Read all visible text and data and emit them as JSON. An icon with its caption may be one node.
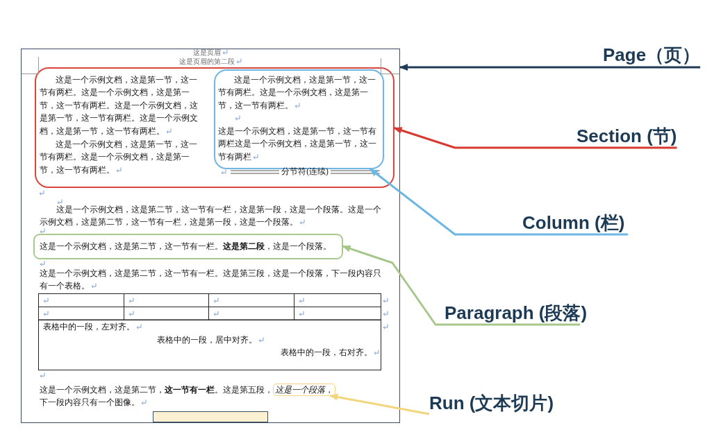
{
  "diagram": {
    "nodes": [
      {
        "text": [
          "这是页眉",
          "这是页眉的第二段",
          "这是一个示例文档，这是第二节，这一节有一栏，这是第一段，这是一个段落。这是一个示例文档，这是第二节，这一节有一栏，这是第一段，这是一个段落。",
          "这是一个示例文档，这是第二节，这一节有一栏。这是第三段，这是一个段落，下一段内容只有一个表格。",
          "这是一个示例文档，这是第二节，**这一节有一栏**。这是第五段，",
          "下一段内容只有一个图像。"
        ]
      },
      {
        "text": [
          "这是一个示例文档，这是第一节，这一节有两栏。这是一个示例文档，这是第一节，这一节有两栏。这是一个示例文档，这是第一节，这一节有两栏。这是一个示例文档，这是第一节，这一节有两栏。",
          "这是一个示例文档，这是第一节，这一节有两栏。这是一个示例文档，这是第一节，这一节有两栏。",
          "分节符(连续)"
        ],
        "in": 0
      },
      {
        "text": [
          "这是一个示例文档，这是第一节，这一节有两栏。这是一个示例文档，这是第一节，这一节有两栏。",
          "这是一个示例文档，这是第一节，这一节有两栏这是一个示例文档，这是第一节，这一节有两栏"
        ],
        "in": 1
      },
      {
        "text": [
          "这是一个示例文档，这是第二节，这一节有一栏。**这是第二段**，这是一个段落。"
        ],
        "in": 0
      },
      {
        "text": [
          "表格中的一段，左对齐。",
          "表格中的一段，居中对齐。",
          "表格中的一段，右对齐。"
        ],
        "in": 0
      },
      {
        "text": [
          "这是一个段落，"
        ],
        "in": 0
      },
      {
        "text": [],
        "shape": "box",
        "in": 0
      },
      {
        "text": [
          "Page（页）"
        ]
      },
      {
        "text": [
          "Section (节)"
        ]
      },
      {
        "text": [
          "Column (栏)"
        ]
      },
      {
        "text": [
          "Paragraph (段落)"
        ]
      },
      {
        "text": [
          "Run (文本切片)"
        ]
      }
    ],
    "edges": [
      {
        "from": 7,
        "to": 0,
        "arrow": "to",
        "color": "#1f3b57"
      },
      {
        "from": 8,
        "to": 1,
        "arrow": "to",
        "color": "#d7382f"
      },
      {
        "from": 9,
        "to": 2,
        "arrow": "to",
        "color": "#6cb6e3"
      },
      {
        "from": 10,
        "to": 3,
        "arrow": "to",
        "color": "#a7c78a"
      },
      {
        "from": 11,
        "to": 5,
        "arrow": "to",
        "color": "#f3d57c"
      }
    ]
  }
}
